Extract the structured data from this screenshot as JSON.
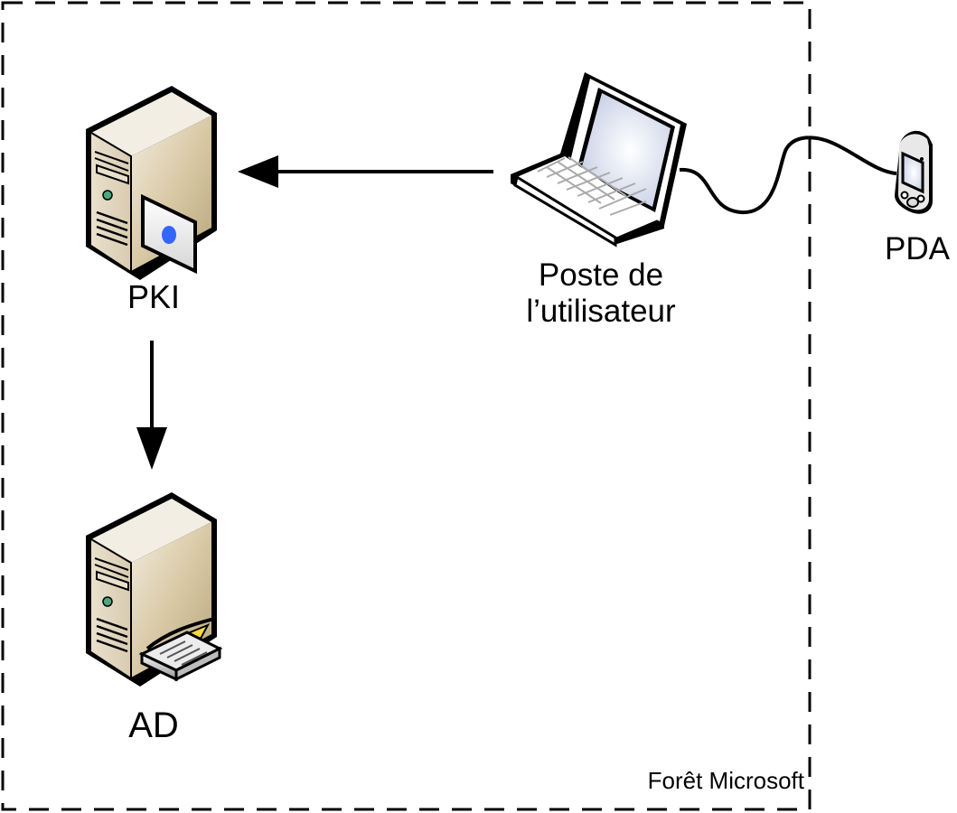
{
  "diagram": {
    "boundary": {
      "label": "Forêt Microsoft",
      "style": "dashed"
    },
    "nodes": [
      {
        "id": "pki",
        "label": "PKI",
        "icon": "server-certificate-icon"
      },
      {
        "id": "ad",
        "label": "AD",
        "icon": "server-directory-icon"
      },
      {
        "id": "poste",
        "label": "Poste de\nl’utilisateur",
        "icon": "laptop-icon"
      },
      {
        "id": "pda",
        "label": "PDA",
        "icon": "pda-icon"
      }
    ],
    "edges": [
      {
        "from": "poste",
        "to": "pki",
        "type": "arrow"
      },
      {
        "from": "pki",
        "to": "ad",
        "type": "arrow"
      },
      {
        "from": "poste",
        "to": "pda",
        "type": "cable"
      }
    ],
    "colors": {
      "server_beige": "#e6dcc4",
      "server_dark": "#b8a880",
      "screen": "#d8dff0",
      "cert_dot": "#3366ff",
      "led": "#4aa880",
      "folder_yellow": "#f5d840"
    }
  }
}
